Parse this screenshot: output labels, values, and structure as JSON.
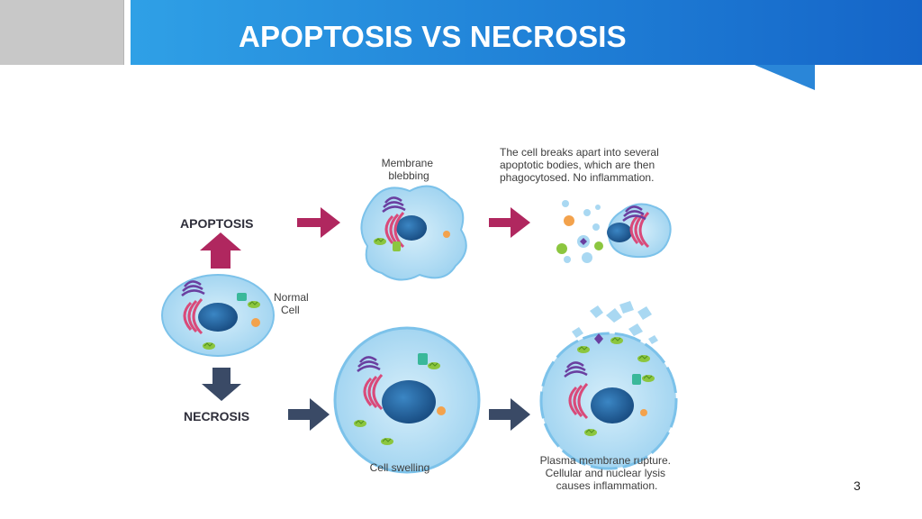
{
  "slide": {
    "title": "APOPTOSIS VS NECROSIS",
    "page_number": "3"
  },
  "diagram": {
    "apoptosis_label": "APOPTOSIS",
    "necrosis_label": "NECROSIS",
    "normal_cell_label": [
      "Normal",
      "Cell"
    ],
    "blebbing_label": [
      "Membrane",
      "blebbing"
    ],
    "apoptotic_bodies_label": [
      "The cell breaks apart into several",
      "apoptotic bodies, which are then",
      "phagocytosed. No inflammation."
    ],
    "swelling_label": "Cell swelling",
    "rupture_label": [
      "Plasma membrane rupture.",
      "Cellular and nuclear lysis",
      "causes inflammation."
    ]
  },
  "colors": {
    "header_blue": "#1f7fd6",
    "apoptosis_arrow": "#b0275f",
    "necrosis_arrow": "#3a4a66",
    "cell_fill": "#a9d8f2",
    "nucleus": "#1f5f9a",
    "golgi": "#6a3fa0",
    "er": "#d94a7a",
    "mitochondria": "#8cc63f",
    "lysosome": "#f3a24c",
    "vesicle": "#3ab89a"
  }
}
